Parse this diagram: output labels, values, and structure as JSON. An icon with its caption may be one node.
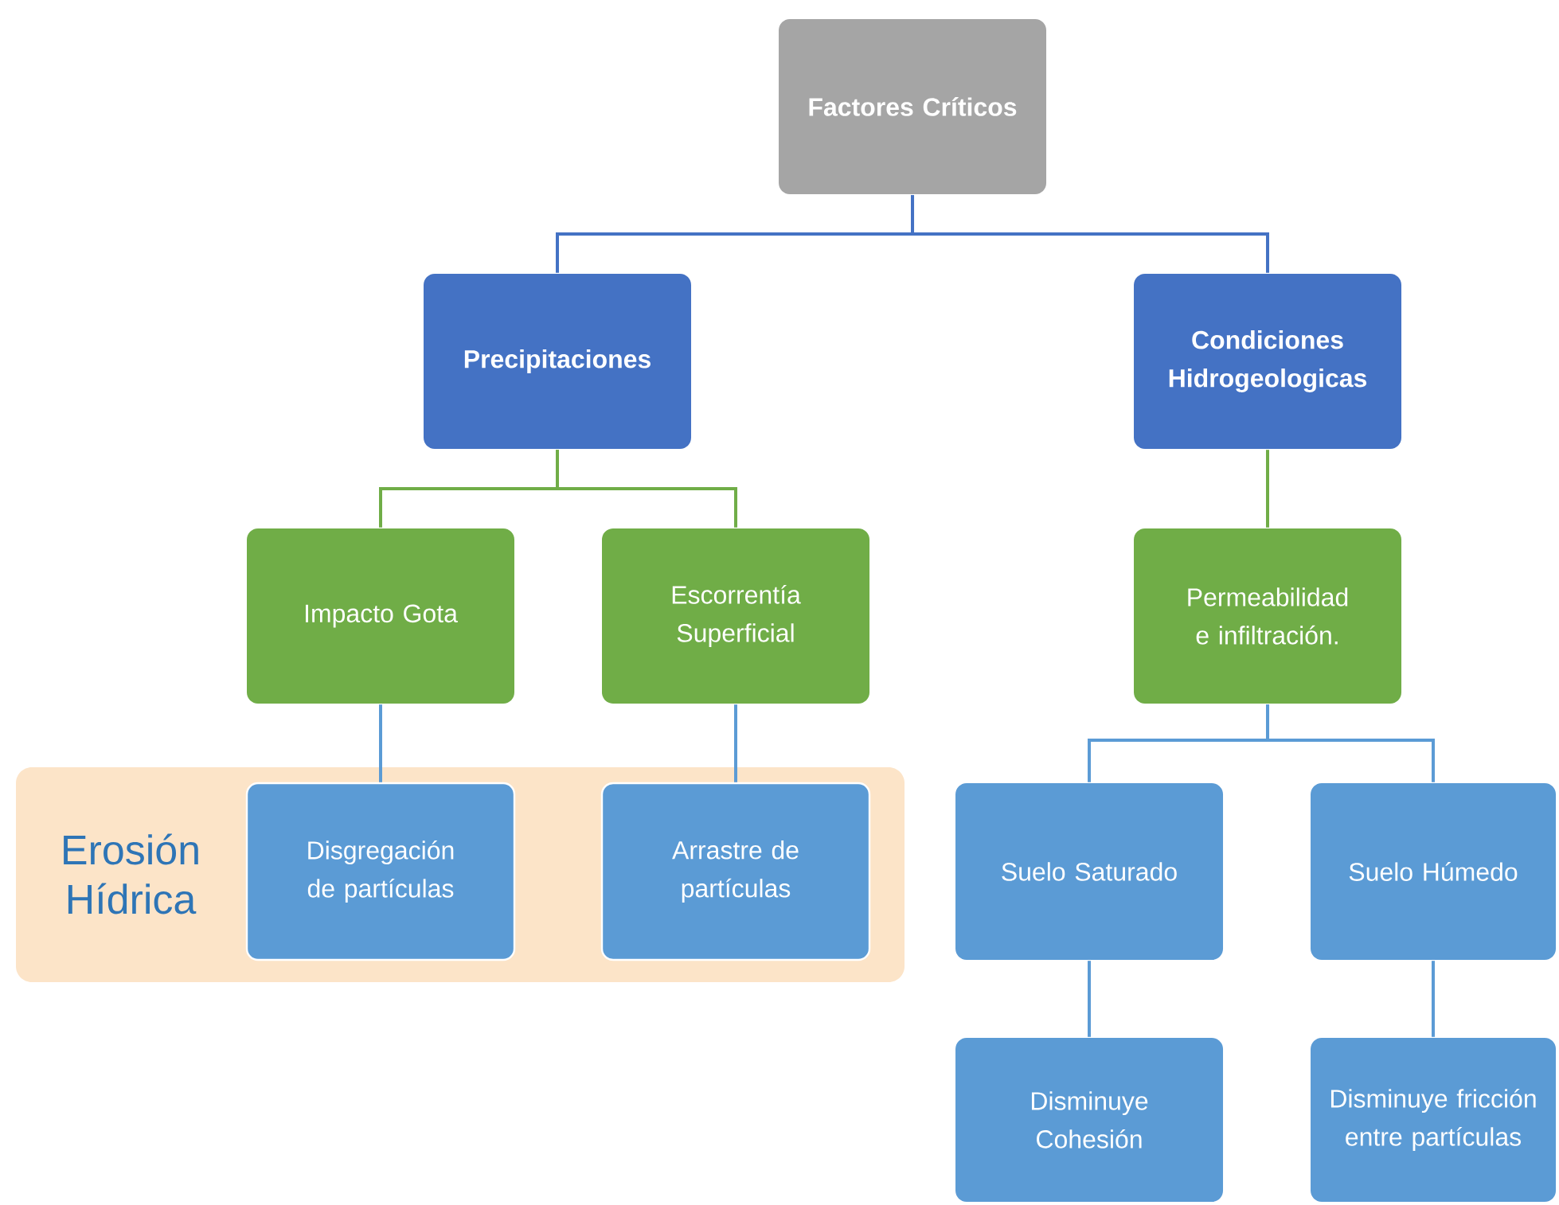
{
  "diagram": {
    "nodes": [
      {
        "text": [
          "Factores Críticos"
        ]
      },
      {
        "text": [
          "Precipitaciones"
        ]
      },
      {
        "text": [
          "Condiciones Hidrogeologicas"
        ]
      },
      {
        "text": [
          "Impacto Gota"
        ]
      },
      {
        "text": [
          "Escorrentía Superficial"
        ]
      },
      {
        "text": [
          "Permeabilidad e infiltración."
        ]
      },
      {
        "text": [
          "Erosión Hídrica"
        ]
      },
      {
        "text": [
          "Disgregación de partículas"
        ],
        "in": 6
      },
      {
        "text": [
          "Arrastre de partículas"
        ],
        "in": 6
      },
      {
        "text": [
          "Suelo Saturado"
        ]
      },
      {
        "text": [
          "Suelo Húmedo"
        ]
      },
      {
        "text": [
          "Disminuye Cohesión"
        ]
      },
      {
        "text": [
          "Disminuye fricción entre partículas"
        ]
      }
    ],
    "edges": [
      {
        "from": 0,
        "to": 1,
        "arrow": "none",
        "color": "#4472c4"
      },
      {
        "from": 0,
        "to": 2,
        "arrow": "none",
        "color": "#4472c4"
      },
      {
        "from": 1,
        "to": 3,
        "arrow": "none",
        "color": "#70ad47"
      },
      {
        "from": 1,
        "to": 4,
        "arrow": "none",
        "color": "#70ad47"
      },
      {
        "from": 2,
        "to": 5,
        "arrow": "none",
        "color": "#70ad47"
      },
      {
        "from": 3,
        "to": 7,
        "arrow": "none"
      },
      {
        "from": 4,
        "to": 8,
        "arrow": "none"
      },
      {
        "from": 5,
        "to": 9,
        "arrow": "none"
      },
      {
        "from": 5,
        "to": 10,
        "arrow": "none"
      },
      {
        "from": 9,
        "to": 11,
        "arrow": "none"
      },
      {
        "from": 10,
        "to": 12,
        "arrow": "none"
      }
    ]
  }
}
